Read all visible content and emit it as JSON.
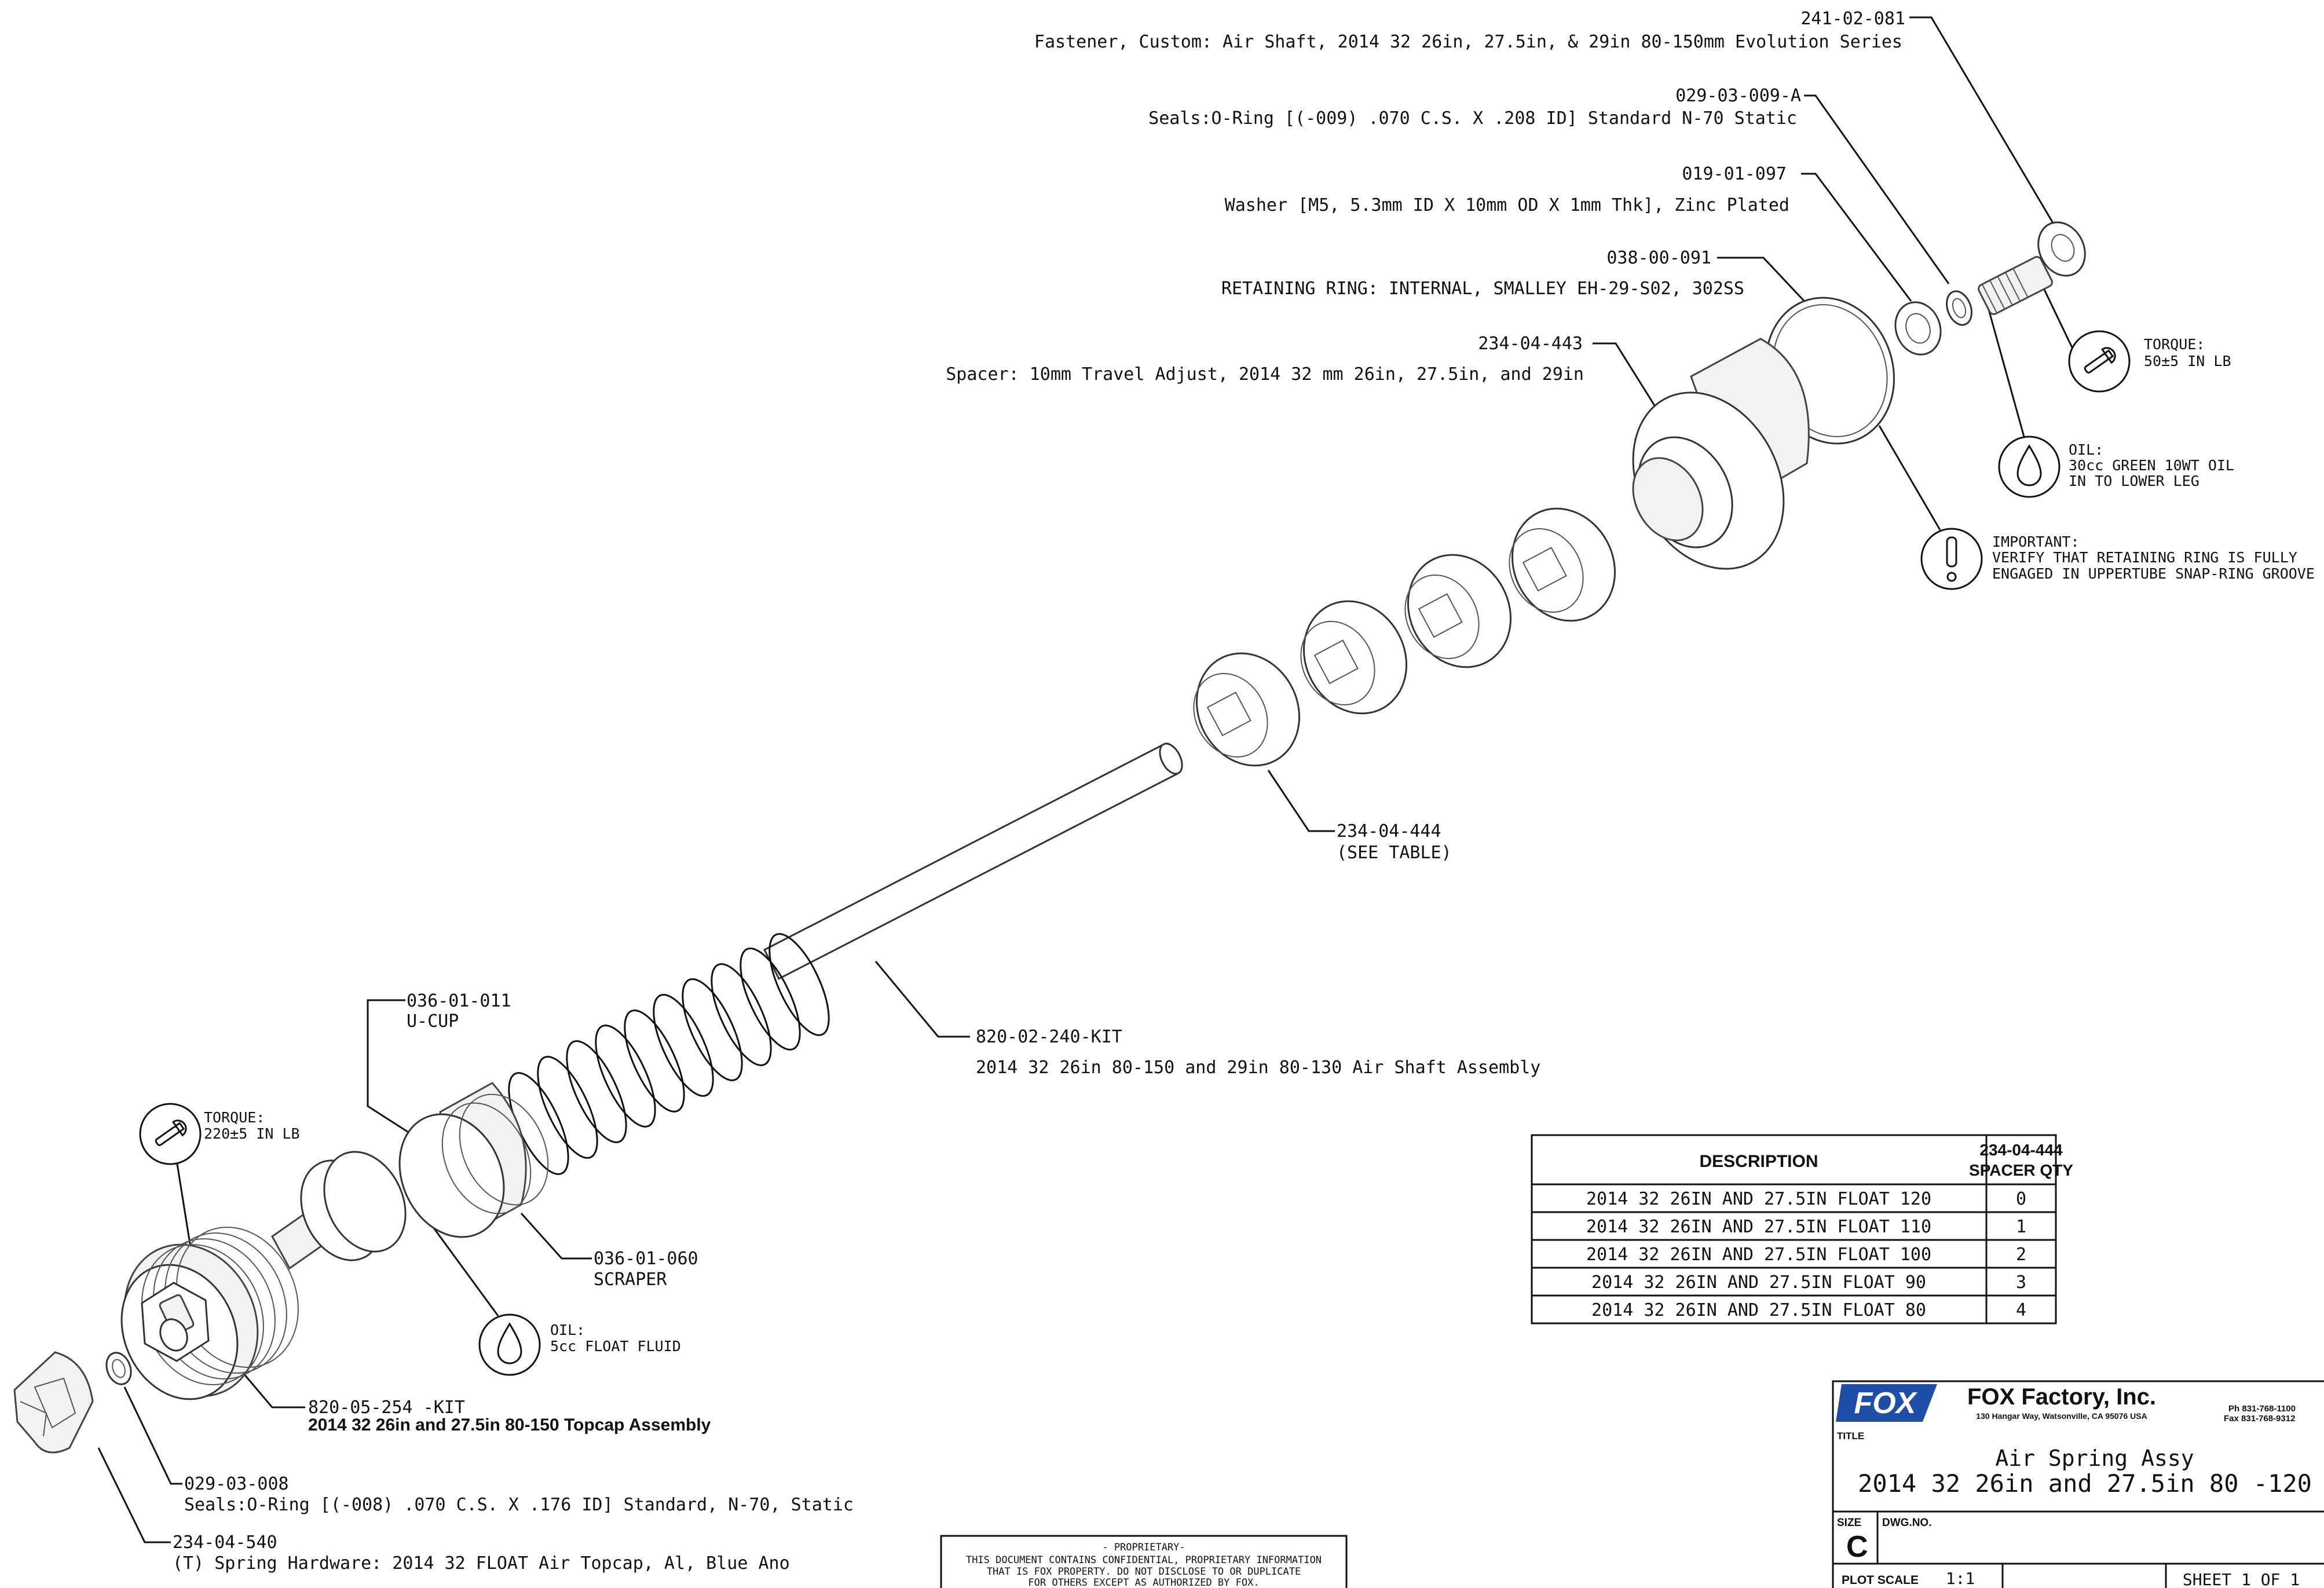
{
  "callouts": [
    {
      "pn": "241-02-081",
      "desc": "Fastener, Custom:  Air Shaft, 2014 32 26in, 27.5in, & 29in 80-150mm Evolution Series"
    },
    {
      "pn": "029-03-009-A",
      "desc": "Seals:O-Ring [(-009) .070 C.S. X .208 ID] Standard N-70 Static"
    },
    {
      "pn": "019-01-097",
      "desc": "Washer [M5, 5.3mm ID X 10mm OD X 1mm Thk], Zinc Plated"
    },
    {
      "pn": "038-00-091",
      "desc": "RETAINING RING: INTERNAL, SMALLEY EH-29-S02, 302SS"
    },
    {
      "pn": "234-04-443",
      "desc": "Spacer:  10mm Travel Adjust, 2014 32 mm 26in, 27.5in, and 29in"
    },
    {
      "pn": "234-04-444",
      "desc": "(SEE TABLE)"
    },
    {
      "pn": "820-02-240-KIT",
      "desc": "2014 32 26in 80-150 and 29in 80-130 Air Shaft Assembly"
    },
    {
      "pn": "036-01-011",
      "desc": "U-CUP"
    },
    {
      "pn": "036-01-060",
      "desc": "SCRAPER"
    },
    {
      "pn": "820-05-254 -KIT",
      "desc": "2014 32 26in and 27.5in 80-150 Topcap Assembly"
    },
    {
      "pn": "029-03-008",
      "desc": "Seals:O-Ring [(-008) .070 C.S. X .176 ID] Standard, N-70, Static"
    },
    {
      "pn": "234-04-540",
      "desc": "(T) Spring Hardware: 2014 32 FLOAT Air Topcap, Al, Blue Ano"
    }
  ],
  "notes": [
    {
      "icon": "wrench-icon",
      "title": "TORQUE:",
      "lines": [
        "50±5 IN LB"
      ]
    },
    {
      "icon": "oil-drop-icon",
      "title": "OIL:",
      "lines": [
        "30cc GREEN 10WT OIL",
        "IN TO LOWER LEG"
      ]
    },
    {
      "icon": "exclamation-icon",
      "title": "IMPORTANT:",
      "lines": [
        "VERIFY THAT RETAINING RING IS FULLY",
        "ENGAGED IN UPPERTUBE SNAP-RING GROOVE"
      ]
    },
    {
      "icon": "wrench-icon",
      "title": "TORQUE:",
      "lines": [
        "220±5 IN LB"
      ]
    },
    {
      "icon": "oil-drop-icon",
      "title": "OIL:",
      "lines": [
        "5cc FLOAT FLUID"
      ]
    }
  ],
  "spacer_table": {
    "headers": [
      "DESCRIPTION",
      "234-04-444",
      "SPACER QTY"
    ],
    "rows": [
      [
        "2014 32 26IN AND 27.5IN FLOAT 120",
        "0"
      ],
      [
        "2014 32 26IN AND 27.5IN FLOAT 110",
        "1"
      ],
      [
        "2014 32 26IN AND 27.5IN FLOAT 100",
        "2"
      ],
      [
        "2014 32 26IN AND 27.5IN FLOAT 90",
        "3"
      ],
      [
        "2014 32 26IN AND 27.5IN FLOAT 80",
        "4"
      ]
    ]
  },
  "proprietary": [
    "- PROPRIETARY-",
    "THIS DOCUMENT CONTAINS CONFIDENTIAL, PROPRIETARY INFORMATION",
    "THAT IS FOX PROPERTY.  DO NOT DISCLOSE TO OR DUPLICATE",
    "FOR OTHERS EXCEPT AS AUTHORIZED BY FOX."
  ],
  "title_block": {
    "logo": "FOX",
    "company": "FOX Factory, Inc.",
    "address": "130 Hangar Way, Watsonville, CA 95076 USA",
    "phone": "Ph 831-768-1100",
    "fax": "Fax 831-768-9312",
    "title_label": "TITLE",
    "title_line1": "Air Spring Assy",
    "title_line2": "2014 32 26in and 27.5in 80 -120",
    "size_label": "SIZE",
    "size": "C",
    "dwg_label": "DWG.NO.",
    "plot_scale_label": "PLOT SCALE",
    "plot_scale": "1:1",
    "sheet": "SHEET 1 OF 1"
  },
  "colors": {
    "line": "#111111",
    "spacer_tint": "#ece7b8",
    "logo_blue": "#1f4ea8"
  }
}
